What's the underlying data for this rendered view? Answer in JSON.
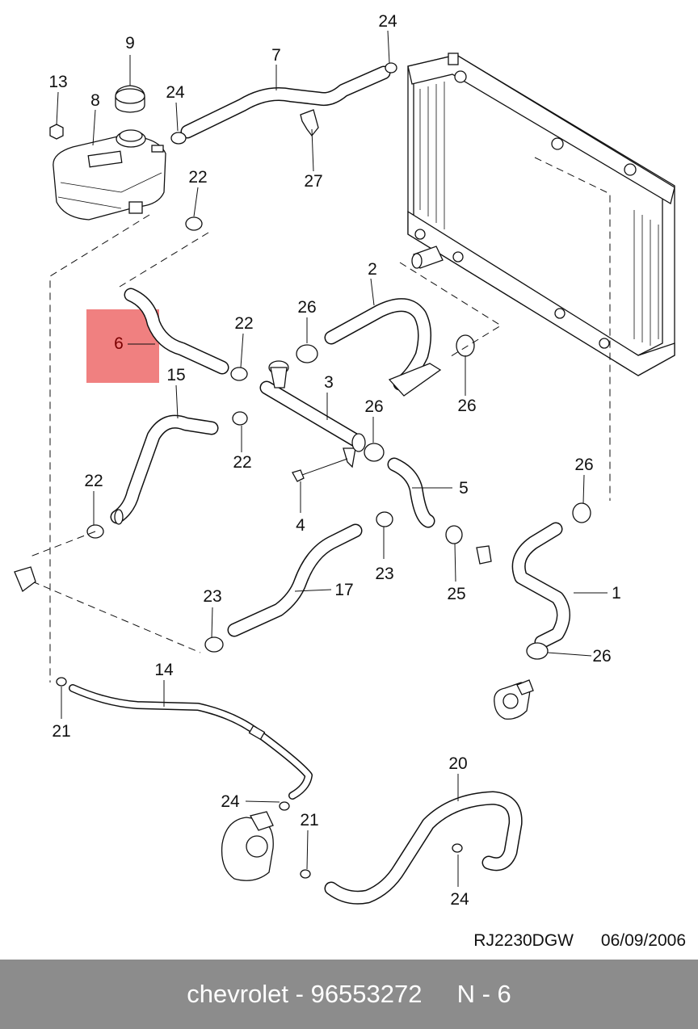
{
  "callouts": {
    "c1": "1",
    "c2": "2",
    "c3": "3",
    "c4": "4",
    "c5": "5",
    "c6": "6",
    "c7": "7",
    "c8": "8",
    "c9": "9",
    "c13": "13",
    "c14": "14",
    "c15": "15",
    "c17": "17",
    "c20": "20",
    "c21a": "21",
    "c21b": "21",
    "c22a": "22",
    "c22b": "22",
    "c22c": "22",
    "c22d": "22",
    "c23a": "23",
    "c23b": "23",
    "c24a": "24",
    "c24b": "24",
    "c24c": "24",
    "c24d": "24",
    "c25": "25",
    "c26a": "26",
    "c26b": "26",
    "c26c": "26",
    "c26d": "26",
    "c26e": "26",
    "c27": "27"
  },
  "highlight_color": "#f08080",
  "drawing_code": "RJ2230DGW",
  "drawing_date": "06/09/2006",
  "footer": {
    "brand": "chevrolet",
    "part_number": "96553272",
    "position": "N - 6",
    "separator": " - ",
    "gap": "     "
  },
  "footer_bg": "#8c8c8c"
}
